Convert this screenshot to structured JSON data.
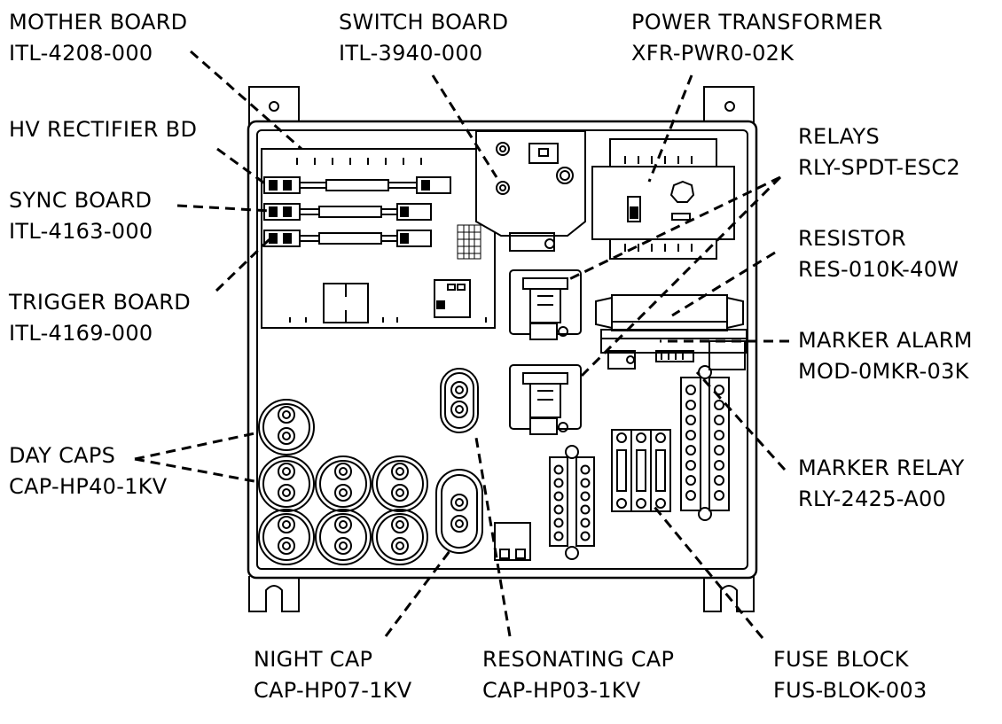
{
  "labels": {
    "mother_board": {
      "name": "MOTHER BOARD",
      "part": "ITL-4208-000"
    },
    "switch_board": {
      "name": "SWITCH BOARD",
      "part": "ITL-3940-000"
    },
    "power_transformer": {
      "name": "POWER TRANSFORMER",
      "part": "XFR-PWR0-02K"
    },
    "hv_rectifier": {
      "name": "HV RECTIFIER BD"
    },
    "relays": {
      "name": "RELAYS",
      "part": "RLY-SPDT-ESC2"
    },
    "sync_board": {
      "name": "SYNC BOARD",
      "part": "ITL-4163-000"
    },
    "resistor": {
      "name": "RESISTOR",
      "part": "RES-010K-40W"
    },
    "trigger_board": {
      "name": "TRIGGER BOARD",
      "part": "ITL-4169-000"
    },
    "marker_alarm": {
      "name": "MARKER ALARM",
      "part": "MOD-0MKR-03K"
    },
    "day_caps": {
      "name": "DAY CAPS",
      "part": "CAP-HP40-1KV"
    },
    "marker_relay": {
      "name": "MARKER RELAY",
      "part": "RLY-2425-A00"
    },
    "night_cap": {
      "name": "NIGHT CAP",
      "part": "CAP-HP07-1KV"
    },
    "resonating_cap": {
      "name": "RESONATING CAP",
      "part": "CAP-HP03-1KV"
    },
    "fuse_block": {
      "name": "FUSE BLOCK",
      "part": "FUS-BLOK-003"
    }
  }
}
